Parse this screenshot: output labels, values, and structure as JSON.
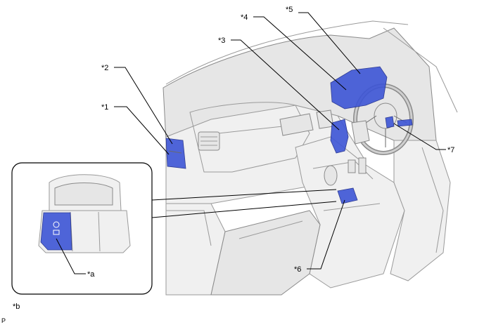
{
  "callouts": {
    "c1": "*1",
    "c2": "*2",
    "c3": "*3",
    "c4": "*4",
    "c5": "*5",
    "c6": "*6",
    "c7": "*7",
    "ca": "*a",
    "cb": "*b"
  },
  "footer_code": "P",
  "colors": {
    "highlight": "#3d55d6",
    "outline": "#9a9a9a",
    "callout_line": "#000000"
  },
  "icons": [
    "dashboard-illustration",
    "steering-wheel-illustration",
    "switch-closeup-illustration"
  ]
}
